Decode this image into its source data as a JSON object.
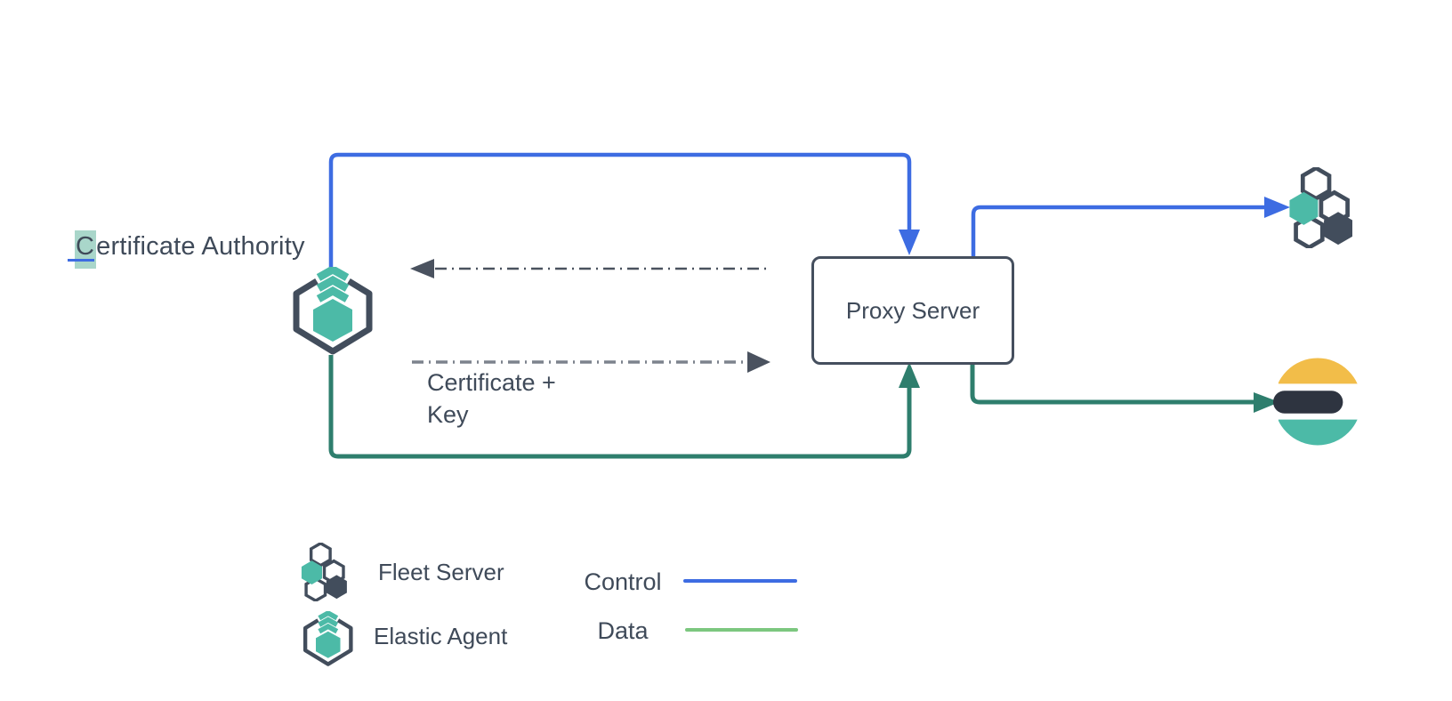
{
  "labels": {
    "certificate_authority_highlight": "C",
    "certificate_authority_rest": "ertificate Authority",
    "proxy_server": "Proxy Server",
    "certificate_key": "Certificate +\nKey"
  },
  "legend": {
    "fleet_server": "Fleet Server",
    "elastic_agent": "Elastic Agent",
    "control": "Control",
    "data": "Data"
  },
  "icons": {
    "elastic_agent": "elastic-agent-icon",
    "fleet_server": "fleet-server-icon",
    "elasticsearch": "elasticsearch-icon"
  },
  "connections": [
    {
      "type": "control",
      "from": "elastic-agent",
      "to": "proxy-server",
      "color": "#3d6ce2"
    },
    {
      "type": "control",
      "from": "proxy-server",
      "to": "fleet-server",
      "color": "#3d6ce2"
    },
    {
      "type": "data",
      "from": "elastic-agent",
      "to": "proxy-server",
      "color": "#2e7e6d"
    },
    {
      "type": "data",
      "from": "proxy-server",
      "to": "elasticsearch",
      "color": "#2e7e6d"
    },
    {
      "type": "certificate-exchange",
      "from": "proxy-server",
      "to": "elastic-agent",
      "style": "dash-dot"
    },
    {
      "type": "certificate-exchange",
      "from": "elastic-agent",
      "to": "proxy-server",
      "style": "dash-dot",
      "label": "Certificate +\nKey"
    }
  ],
  "colors": {
    "control_blue": "#3d6ce2",
    "data_green": "#2e7e6d",
    "data_green_legend": "#7cc77f",
    "teal": "#4cbaa7",
    "dark_slate": "#424d5c",
    "text_dark": "#3f4a59",
    "box_border": "#454f5e",
    "es_yellow": "#f2bd49",
    "es_dark": "#2e3440",
    "highlight_teal": "#a9d6ca",
    "dash_dark": "#4a525f",
    "dash_gray": "#7d838d"
  }
}
